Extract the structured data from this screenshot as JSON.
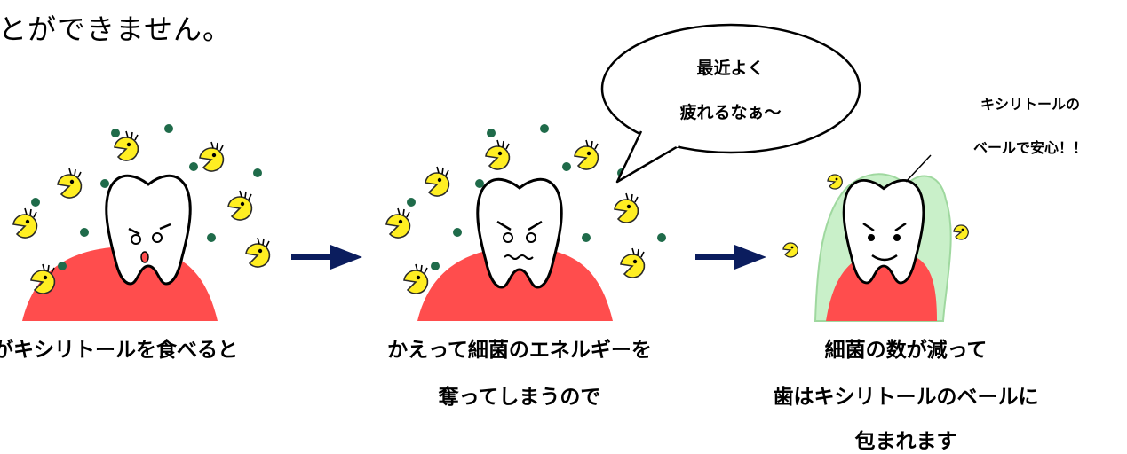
{
  "intro_text": "とができません。",
  "panel1": {
    "caption": "がキシリトールを食べると"
  },
  "panel2": {
    "caption_line1": "かえって細菌のエネルギーを",
    "caption_line2": "奪ってしまうので",
    "speech_line1": "最近よく",
    "speech_line2": "疲れるなぁ〜"
  },
  "panel3": {
    "caption_line1": "細菌の数が減って",
    "caption_line2": "歯はキシリトールのベールに",
    "caption_line3": "包まれます",
    "note_line1": "キシリトールの",
    "note_line2": "ベールで安心！！"
  },
  "colors": {
    "gum": "#ff4d4d",
    "bacteria": "#ffee22",
    "dot": "#1f6b4a",
    "arrow": "#0b1d5e",
    "veil": "#c9f0c9"
  }
}
